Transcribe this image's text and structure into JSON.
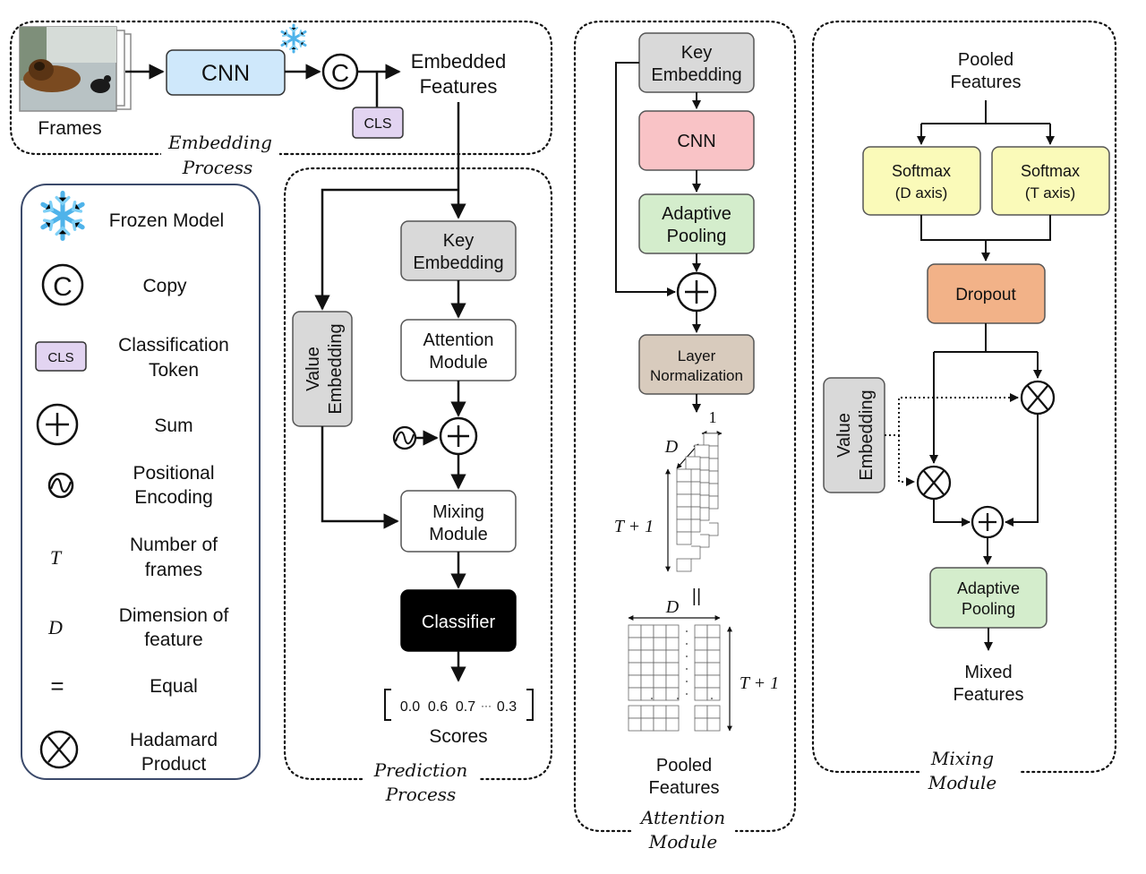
{
  "embedding": {
    "frames_label": "Frames",
    "cnn_label": "CNN",
    "copy_symbol": "C",
    "cls_label": "CLS",
    "embedded_line1": "Embedded",
    "embedded_line2": "Features",
    "caption_line1": "Embedding",
    "caption_line2": "Process"
  },
  "legend": {
    "items": [
      {
        "label": "Frozen Model"
      },
      {
        "symbol": "C",
        "label": "Copy"
      },
      {
        "symbol": "CLS",
        "label1": "Classification",
        "label2": "Token"
      },
      {
        "label": "Sum"
      },
      {
        "label1": "Positional",
        "label2": "Encoding"
      },
      {
        "symbol": "T",
        "label1": "Number of",
        "label2": "frames"
      },
      {
        "symbol": "D",
        "label1": "Dimension of",
        "label2": "feature"
      },
      {
        "symbol": "=",
        "label": "Equal"
      },
      {
        "label1": "Hadamard",
        "label2": "Product"
      }
    ]
  },
  "prediction": {
    "key_line1": "Key",
    "key_line2": "Embedding",
    "value_line1": "Value",
    "value_line2": "Embedding",
    "attention_line1": "Attention",
    "attention_line2": "Module",
    "mixing_line1": "Mixing",
    "mixing_line2": "Module",
    "classifier": "Classifier",
    "scores_values": [
      "0.0",
      "0.6",
      "0.7",
      "···",
      "0.3"
    ],
    "scores_label": "Scores",
    "caption_line1": "Prediction",
    "caption_line2": "Process"
  },
  "attention": {
    "key_line1": "Key",
    "key_line2": "Embedding",
    "cnn": "CNN",
    "pool_line1": "Adaptive",
    "pool_line2": "Pooling",
    "ln_line1": "Layer",
    "ln_line2": "Normalization",
    "dim_one": "1",
    "dim_d": "D",
    "dim_t1": "T + 1",
    "equal_sign": "||",
    "dim_d2": "D",
    "dim_t2": "T + 1",
    "pooled_line1": "Pooled",
    "pooled_line2": "Features",
    "caption_line1": "Attention",
    "caption_line2": "Module"
  },
  "mixing": {
    "pooled_line1": "Pooled",
    "pooled_line2": "Features",
    "softmax_d_line1": "Softmax",
    "softmax_d_line2": "(D  axis)",
    "softmax_t_line1": "Softmax",
    "softmax_t_line2": "(T  axis)",
    "dropout": "Dropout",
    "value_line1": "Value",
    "value_line2": "Embedding",
    "pool_line1": "Adaptive",
    "pool_line2": "Pooling",
    "mixed_line1": "Mixed",
    "mixed_line2": "Features",
    "caption_line1": "Mixing",
    "caption_line2": "Module"
  },
  "colors": {
    "cnn_frozen": "#cfe8fb",
    "cls": "#e2d4f1",
    "gray_box": "#d9d9d9",
    "cnn_pink": "#f9c3c6",
    "green": "#d4edcc",
    "layer_norm": "#d8cbbd",
    "softmax": "#fafab9",
    "dropout": "#f2b288",
    "classifier": "#000000"
  }
}
